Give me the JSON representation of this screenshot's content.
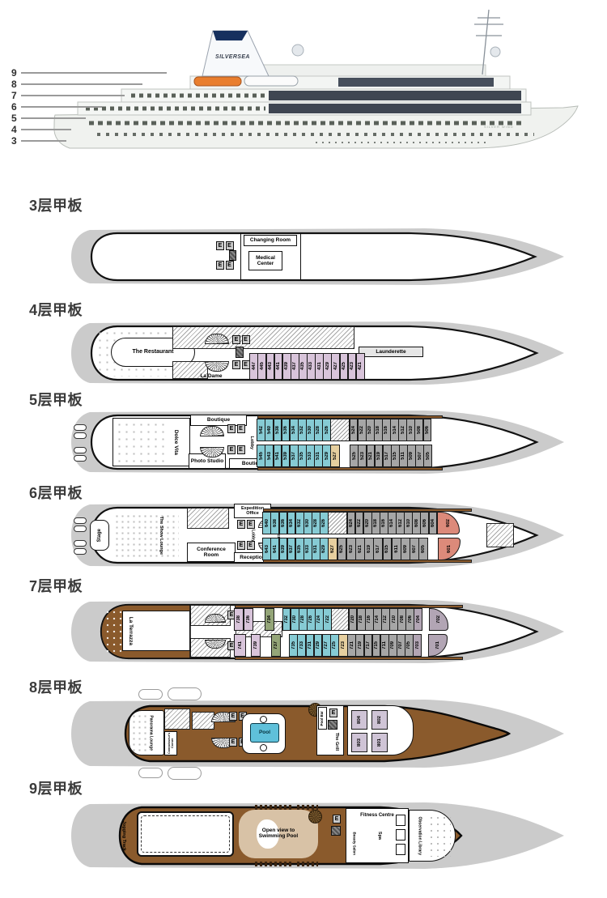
{
  "labels": {
    "elevator": "E"
  },
  "profile": {
    "ship_name": "SILVERSEA",
    "hull_name": "SILVER WIND",
    "deck_numbers": [
      "9",
      "8",
      "7",
      "6",
      "5",
      "4",
      "3"
    ]
  },
  "decks": [
    {
      "title": "3层甲板",
      "rooms": {
        "changing_room": "Changing Room",
        "medical_center": "Medical Center"
      }
    },
    {
      "title": "4层甲板",
      "rooms": {
        "restaurant": "The Restaurant",
        "la_dame": "La Dame",
        "launderette": "Launderette"
      },
      "cabins": [
        {
          "n": "447",
          "t": "lilac"
        },
        {
          "n": "445",
          "t": "lilac"
        },
        {
          "n": "443",
          "t": "lilac"
        },
        {
          "n": "441",
          "t": "lilac"
        },
        {
          "n": "439",
          "t": "lilac"
        },
        {
          "n": "437",
          "t": "lilac"
        },
        {
          "n": "435",
          "t": "lilac"
        },
        {
          "n": "433",
          "t": "lilac"
        },
        {
          "n": "431",
          "t": "lilac"
        },
        {
          "n": "429",
          "t": "lilac"
        },
        {
          "n": "427",
          "t": "lilac"
        },
        {
          "n": "425",
          "t": "lilac"
        },
        {
          "n": "423",
          "t": "lilac"
        },
        {
          "n": "421",
          "t": "lilac"
        }
      ]
    },
    {
      "title": "5层甲板",
      "rooms": {
        "dolce_vita": "Dolce Vita",
        "boutique_top": "Boutique",
        "photo_studio": "Photo Studio",
        "boutique_bottom": "Boutique",
        "lobby": "Lobby"
      },
      "cabins_top": [
        {
          "n": "542",
          "t": "teal"
        },
        {
          "n": "540",
          "t": "teal"
        },
        {
          "n": "538",
          "t": "teal"
        },
        {
          "n": "536",
          "t": "teal"
        },
        {
          "n": "534",
          "t": "teal"
        },
        {
          "n": "532",
          "t": "teal"
        },
        {
          "n": "530",
          "t": "teal"
        },
        {
          "n": "528",
          "t": "teal"
        },
        {
          "n": "526",
          "t": "teal"
        },
        {
          "t": "gap",
          "w": 24
        },
        {
          "n": "524",
          "t": "gray"
        },
        {
          "n": "522",
          "t": "gray"
        },
        {
          "n": "520",
          "t": "gray"
        },
        {
          "n": "518",
          "t": "gray"
        },
        {
          "n": "516",
          "t": "gray"
        },
        {
          "n": "514",
          "t": "gray"
        },
        {
          "n": "512",
          "t": "gray"
        },
        {
          "n": "510",
          "t": "gray"
        },
        {
          "n": "508",
          "t": "gray"
        },
        {
          "n": "506",
          "t": "gray"
        }
      ],
      "cabins_bottom": [
        {
          "n": "545",
          "t": "teal"
        },
        {
          "n": "543",
          "t": "teal"
        },
        {
          "n": "541",
          "t": "teal"
        },
        {
          "n": "539",
          "t": "teal"
        },
        {
          "n": "537",
          "t": "teal"
        },
        {
          "n": "535",
          "t": "teal"
        },
        {
          "n": "533",
          "t": "teal"
        },
        {
          "n": "531",
          "t": "teal"
        },
        {
          "n": "529",
          "t": "teal"
        },
        {
          "n": "527",
          "t": "tan",
          "w": 12
        },
        {
          "n": "525",
          "t": "gray",
          "ml": 12
        },
        {
          "n": "523",
          "t": "gray"
        },
        {
          "n": "521",
          "t": "gray"
        },
        {
          "n": "519",
          "t": "gray"
        },
        {
          "n": "517",
          "t": "gray"
        },
        {
          "n": "515",
          "t": "gray"
        },
        {
          "n": "511",
          "t": "gray"
        },
        {
          "n": "509",
          "t": "gray"
        },
        {
          "n": "507",
          "t": "gray"
        },
        {
          "n": "505",
          "t": "gray"
        }
      ]
    },
    {
      "title": "6层甲板",
      "rooms": {
        "stage": "Stage",
        "show_lounge": "The Show Lounge",
        "conference_room": "Conference Room",
        "expedition_office": "Expedition Office",
        "lobby": "Lobby",
        "future_cruise_manager": "Future Cruise Manager",
        "reception": "Reception"
      },
      "cabins_top": [
        {
          "n": "640",
          "t": "teal"
        },
        {
          "n": "638",
          "t": "teal"
        },
        {
          "n": "636",
          "t": "teal"
        },
        {
          "n": "634",
          "t": "teal"
        },
        {
          "n": "632",
          "t": "teal"
        },
        {
          "n": "630",
          "t": "teal"
        },
        {
          "n": "628",
          "t": "teal"
        },
        {
          "n": "626",
          "t": "teal"
        },
        {
          "t": "gap",
          "w": 24
        },
        {
          "n": "624",
          "t": "gray"
        },
        {
          "n": "622",
          "t": "gray"
        },
        {
          "n": "620",
          "t": "gray"
        },
        {
          "n": "618",
          "t": "gray"
        },
        {
          "n": "616",
          "t": "gray"
        },
        {
          "n": "614",
          "t": "gray"
        },
        {
          "n": "612",
          "t": "gray"
        },
        {
          "n": "610",
          "t": "gray"
        },
        {
          "n": "608",
          "t": "gray"
        },
        {
          "n": "606",
          "t": "gray"
        },
        {
          "n": "604",
          "t": "gray"
        },
        {
          "n": "602",
          "t": "salmon",
          "w": 28,
          "r": "0 24px 4px 0"
        }
      ],
      "cabins_bottom": [
        {
          "n": "643",
          "t": "teal"
        },
        {
          "n": "641",
          "t": "teal"
        },
        {
          "n": "639",
          "t": "teal"
        },
        {
          "n": "637",
          "t": "teal"
        },
        {
          "n": "635",
          "t": "teal"
        },
        {
          "n": "633",
          "t": "teal"
        },
        {
          "n": "631",
          "t": "teal"
        },
        {
          "n": "629",
          "t": "teal"
        },
        {
          "n": "627",
          "t": "tan",
          "w": 12
        },
        {
          "n": "625",
          "t": "gray",
          "w": 11.9
        },
        {
          "n": "623",
          "t": "gray",
          "w": 11.9
        },
        {
          "n": "621",
          "t": "gray",
          "w": 11.9
        },
        {
          "n": "619",
          "t": "gray",
          "w": 11.9
        },
        {
          "n": "617",
          "t": "gray",
          "w": 11.9
        },
        {
          "n": "615",
          "t": "gray",
          "w": 11.9
        },
        {
          "n": "611",
          "t": "gray",
          "w": 11.9
        },
        {
          "n": "609",
          "t": "gray",
          "w": 11.9
        },
        {
          "n": "607",
          "t": "gray",
          "w": 11.9
        },
        {
          "n": "605",
          "t": "gray",
          "w": 11.9
        },
        {
          "n": "601",
          "t": "salmon",
          "w": 28,
          "ml": 12,
          "r": "0 4px 24px 0"
        }
      ]
    },
    {
      "title": "7层甲板",
      "rooms": {
        "la_terrazza": "La Terrazza"
      },
      "cabins_top": [
        {
          "n": "738",
          "t": "lilac",
          "w": 12
        },
        {
          "n": "736",
          "t": "lilac",
          "w": 12
        },
        {
          "n": "734",
          "t": "green",
          "w": 12,
          "ml": 14
        },
        {
          "n": "732",
          "t": "teal",
          "ml": 10
        },
        {
          "n": "730",
          "t": "teal"
        },
        {
          "n": "728",
          "t": "teal"
        },
        {
          "n": "726",
          "t": "teal"
        },
        {
          "n": "724",
          "t": "teal"
        },
        {
          "n": "722",
          "t": "teal"
        },
        {
          "t": "gap",
          "w": 22
        },
        {
          "n": "720",
          "t": "gray"
        },
        {
          "n": "718",
          "t": "gray"
        },
        {
          "n": "716",
          "t": "gray"
        },
        {
          "n": "714",
          "t": "gray"
        },
        {
          "n": "712",
          "t": "gray"
        },
        {
          "n": "710",
          "t": "gray"
        },
        {
          "n": "708",
          "t": "gray"
        },
        {
          "n": "706",
          "t": "gray"
        },
        {
          "n": "704",
          "t": "mauve",
          "w": 11
        },
        {
          "n": "702",
          "t": "mauve",
          "w": 24,
          "ml": 8,
          "r": "0 22px 4px 0"
        }
      ],
      "cabins_bottom": [
        {
          "n": "741",
          "t": "lilac",
          "w": 15
        },
        {
          "n": "739",
          "t": "lilac",
          "w": 12,
          "ml": 6
        },
        {
          "n": "737",
          "t": "green",
          "w": 12,
          "ml": 13
        },
        {
          "n": "735",
          "t": "teal",
          "ml": 10
        },
        {
          "n": "733",
          "t": "teal"
        },
        {
          "n": "731",
          "t": "teal"
        },
        {
          "n": "729",
          "t": "teal"
        },
        {
          "n": "727",
          "t": "teal"
        },
        {
          "n": "725",
          "t": "teal"
        },
        {
          "n": "723",
          "t": "tan",
          "w": 12
        },
        {
          "n": "721",
          "t": "gray"
        },
        {
          "n": "719",
          "t": "gray"
        },
        {
          "n": "717",
          "t": "gray"
        },
        {
          "n": "715",
          "t": "gray"
        },
        {
          "n": "711",
          "t": "gray"
        },
        {
          "n": "709",
          "t": "gray"
        },
        {
          "n": "707",
          "t": "gray"
        },
        {
          "n": "705",
          "t": "gray"
        },
        {
          "n": "703",
          "t": "mauve",
          "w": 11
        },
        {
          "n": "701",
          "t": "mauve",
          "w": 24,
          "ml": 8,
          "r": "0 4px 22px 0"
        }
      ]
    },
    {
      "title": "8层甲板",
      "rooms": {
        "panorama_lounge": "Panorama Lounge",
        "connoisseurs_corner": "Connoisseur's Corner",
        "pool": "Pool",
        "pool_bar": "Pool Bar",
        "the_grill": "The Grill"
      },
      "cabins_top": [
        {
          "n": "804",
          "t": "lmauve",
          "w": 20
        },
        {
          "n": "802",
          "t": "lmauve",
          "w": 20,
          "ml": 5
        }
      ],
      "cabins_bottom": [
        {
          "n": "803",
          "t": "lmauve",
          "w": 20
        },
        {
          "n": "801",
          "t": "lmauve",
          "w": 20,
          "ml": 5
        }
      ]
    },
    {
      "title": "9层甲板",
      "rooms": {
        "jogging_track": "Jogging Track",
        "open_view": "Open view to Swimming Pool",
        "fitness_centre": "Fitness Centre",
        "spa": "Spa",
        "beauty_salon": "Beauty Salon",
        "observation_library": "Observation Library"
      }
    }
  ]
}
